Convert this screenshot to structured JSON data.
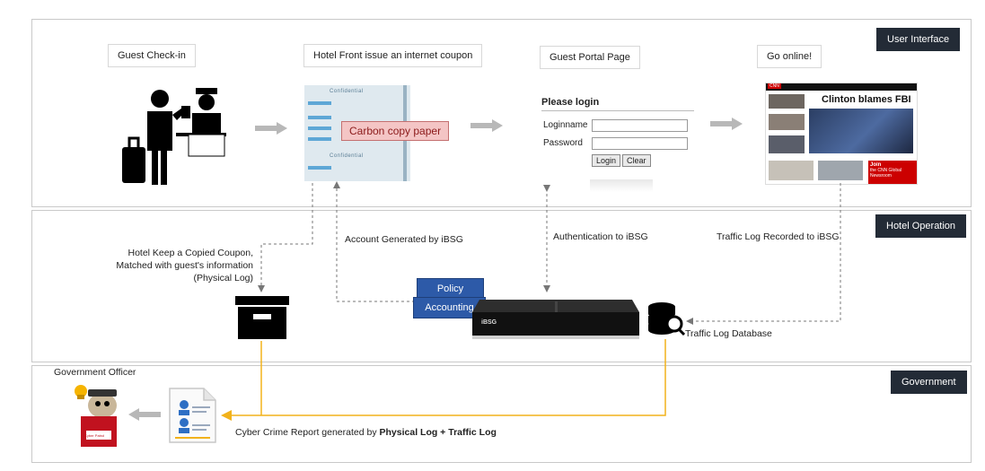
{
  "panels": {
    "user_interface": "User Interface",
    "hotel_operation": "Hotel Operation",
    "government": "Government"
  },
  "steps": {
    "check_in": "Guest Check-in",
    "coupon": "Hotel Front issue an internet coupon",
    "portal": "Guest Portal Page",
    "online": "Go online!"
  },
  "coupon": {
    "overlay": "Carbon copy paper",
    "header": "Confidential"
  },
  "login": {
    "title": "Please login",
    "loginname_label": "Loginname",
    "password_label": "Password",
    "login_button": "Login",
    "clear_button": "Clear"
  },
  "news": {
    "headline": "Clinton blames FBI",
    "logo": "CNN",
    "promo_title": "Join",
    "promo_text": "the CNN Global Newsroom"
  },
  "flows": {
    "account_generated": "Account Generated by iBSG",
    "authentication": "Authentication to iBSG",
    "traffic_recorded": "Traffic Log Recorded to iBSG",
    "copied_coupon": [
      "Hotel Keep a Copied Coupon,",
      "Matched with guest's information",
      "(Physical Log)"
    ]
  },
  "device": {
    "policy": "Policy",
    "accounting": "Accounting",
    "brand": "iBSG"
  },
  "database": {
    "label": "Traffic Log Database"
  },
  "government": {
    "officer": "Government Officer",
    "report_prefix": "Cyber Crime Report generated by ",
    "report_bold": "Physical Log + Traffic Log",
    "badge_text": "Cyber Patrol"
  },
  "colors": {
    "tag_bg": "#232b36",
    "accent_blue": "#2d5aa8",
    "report_line": "#f2b21b",
    "dashed": "#777777",
    "arrow_gray": "#b8b8b8"
  }
}
